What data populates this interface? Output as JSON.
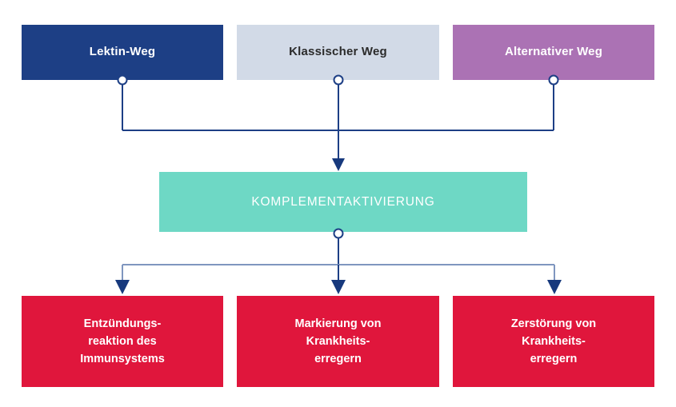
{
  "diagram": {
    "title_text_visible": false,
    "background_color": "#ffffff",
    "pathways": [
      {
        "id": "lectin",
        "label": "Lektin-Weg",
        "fill": "#1d3f85",
        "text_color": "#ffffff"
      },
      {
        "id": "classical",
        "label": "Klassischer Weg",
        "fill": "#d2dae7",
        "text_color": "#2b2b2b"
      },
      {
        "id": "alternative",
        "label": "Alternativer Weg",
        "fill": "#ab72b4",
        "text_color": "#ffffff"
      }
    ],
    "activation": {
      "id": "complement-activation",
      "label": "KOMPLEMENTAKTIVIERUNG",
      "fill": "#6ed8c5",
      "text_color": "#ffffff"
    },
    "outcomes": [
      {
        "id": "inflammation",
        "label": "Entzündungs-\nreaktion des\nImmunsystems",
        "fill": "#e0163c",
        "text_color": "#ffffff"
      },
      {
        "id": "marking",
        "label": "Markierung von\nKrankheits-\nerregern",
        "fill": "#e0163c",
        "text_color": "#ffffff"
      },
      {
        "id": "destruction",
        "label": "Zerstörung von\nKrankheits-\nerregern",
        "fill": "#e0163c",
        "text_color": "#ffffff"
      }
    ],
    "connectors": {
      "line_color": "#7f96bf",
      "arrow_color": "#17397d",
      "node_dot_fill": "#ffffff",
      "node_dot_stroke": "#1d3f85"
    }
  }
}
